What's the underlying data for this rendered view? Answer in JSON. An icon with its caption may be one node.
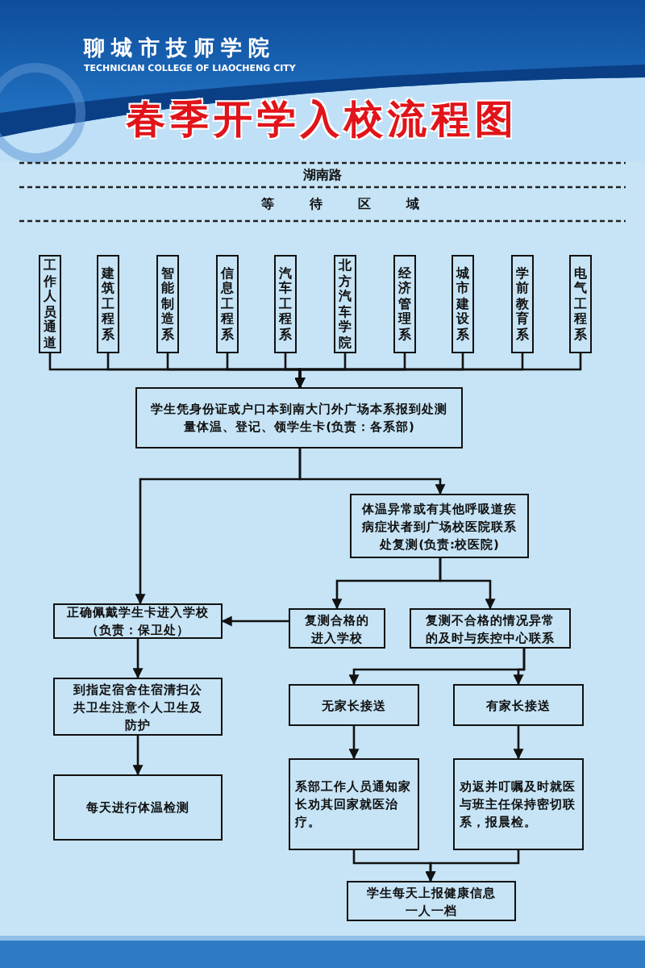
{
  "diagram": {
    "title": "春季开学入校流程图",
    "nodes": [
      {
        "text": [
          "工作人员通道"
        ]
      },
      {
        "text": [
          "建筑工程系"
        ]
      },
      {
        "text": [
          "智能制造系"
        ]
      },
      {
        "text": [
          "信息工程系"
        ]
      },
      {
        "text": [
          "汽车工程系"
        ]
      },
      {
        "text": [
          "北方汽车学院"
        ]
      },
      {
        "text": [
          "经济管理系"
        ]
      },
      {
        "text": [
          "城市建设系"
        ]
      },
      {
        "text": [
          "学前教育系"
        ]
      },
      {
        "text": [
          "电气工程系"
        ]
      },
      {
        "text": [
          "学生凭身份证或户口本到南大门外广场本系报到处测量体温、登记、领学生卡(负责：各系部)"
        ]
      },
      {
        "text": [
          "体温异常或有其他呼吸道疾病症状者到广场校医院联系处复测(负责:校医院)"
        ]
      },
      {
        "text": [
          "正确佩戴学生卡进入学校（负责：保卫处）"
        ]
      },
      {
        "text": [
          "复测合格的进入学校"
        ]
      },
      {
        "text": [
          "复测不合格的情况异常的及时与疾控中心联系"
        ]
      },
      {
        "text": [
          "到指定宿舍住宿清扫公共卫生注意个人卫生及防护"
        ]
      },
      {
        "text": [
          "无家长接送"
        ]
      },
      {
        "text": [
          "有家长接送"
        ]
      },
      {
        "text": [
          "每天进行体温检测"
        ]
      },
      {
        "text": [
          "系部工作人员通知家长劝其回家就医治疗。"
        ]
      },
      {
        "text": [
          "劝返并叮嘱及时就医与班主任保持密切联系，报晨检。"
        ]
      },
      {
        "text": [
          "学生每天上报健康信息一人一档"
        ]
      }
    ],
    "edges": [
      {
        "from": 0,
        "to": 10,
        "arrow": "to"
      },
      {
        "from": 1,
        "to": 10,
        "arrow": "to"
      },
      {
        "from": 2,
        "to": 10,
        "arrow": "to"
      },
      {
        "from": 3,
        "to": 10,
        "arrow": "to"
      },
      {
        "from": 4,
        "to": 10,
        "arrow": "to"
      },
      {
        "from": 5,
        "to": 10,
        "arrow": "to"
      },
      {
        "from": 6,
        "to": 10,
        "arrow": "to"
      },
      {
        "from": 7,
        "to": 10,
        "arrow": "to"
      },
      {
        "from": 8,
        "to": 10,
        "arrow": "to"
      },
      {
        "from": 9,
        "to": 10,
        "arrow": "to"
      },
      {
        "from": 10,
        "to": 12,
        "arrow": "to"
      },
      {
        "from": 10,
        "to": 11,
        "arrow": "to"
      },
      {
        "from": 11,
        "to": 13,
        "arrow": "to"
      },
      {
        "from": 11,
        "to": 14,
        "arrow": "to"
      },
      {
        "from": 13,
        "to": 12,
        "arrow": "to"
      },
      {
        "from": 12,
        "to": 15,
        "arrow": "to"
      },
      {
        "from": 15,
        "to": 18,
        "arrow": "to"
      },
      {
        "from": 14,
        "to": 16,
        "arrow": "to"
      },
      {
        "from": 14,
        "to": 17,
        "arrow": "to"
      },
      {
        "from": 16,
        "to": 19,
        "arrow": "to"
      },
      {
        "from": 17,
        "to": 20,
        "arrow": "to"
      },
      {
        "from": 19,
        "to": 21,
        "arrow": "to"
      },
      {
        "from": 20,
        "to": 21,
        "arrow": "to"
      }
    ],
    "labels": [
      "聊城市技师学院",
      "TECHNICIAN COLLEGE OF LIAOCHENG CITY",
      "湖南路",
      "等待区域"
    ]
  }
}
